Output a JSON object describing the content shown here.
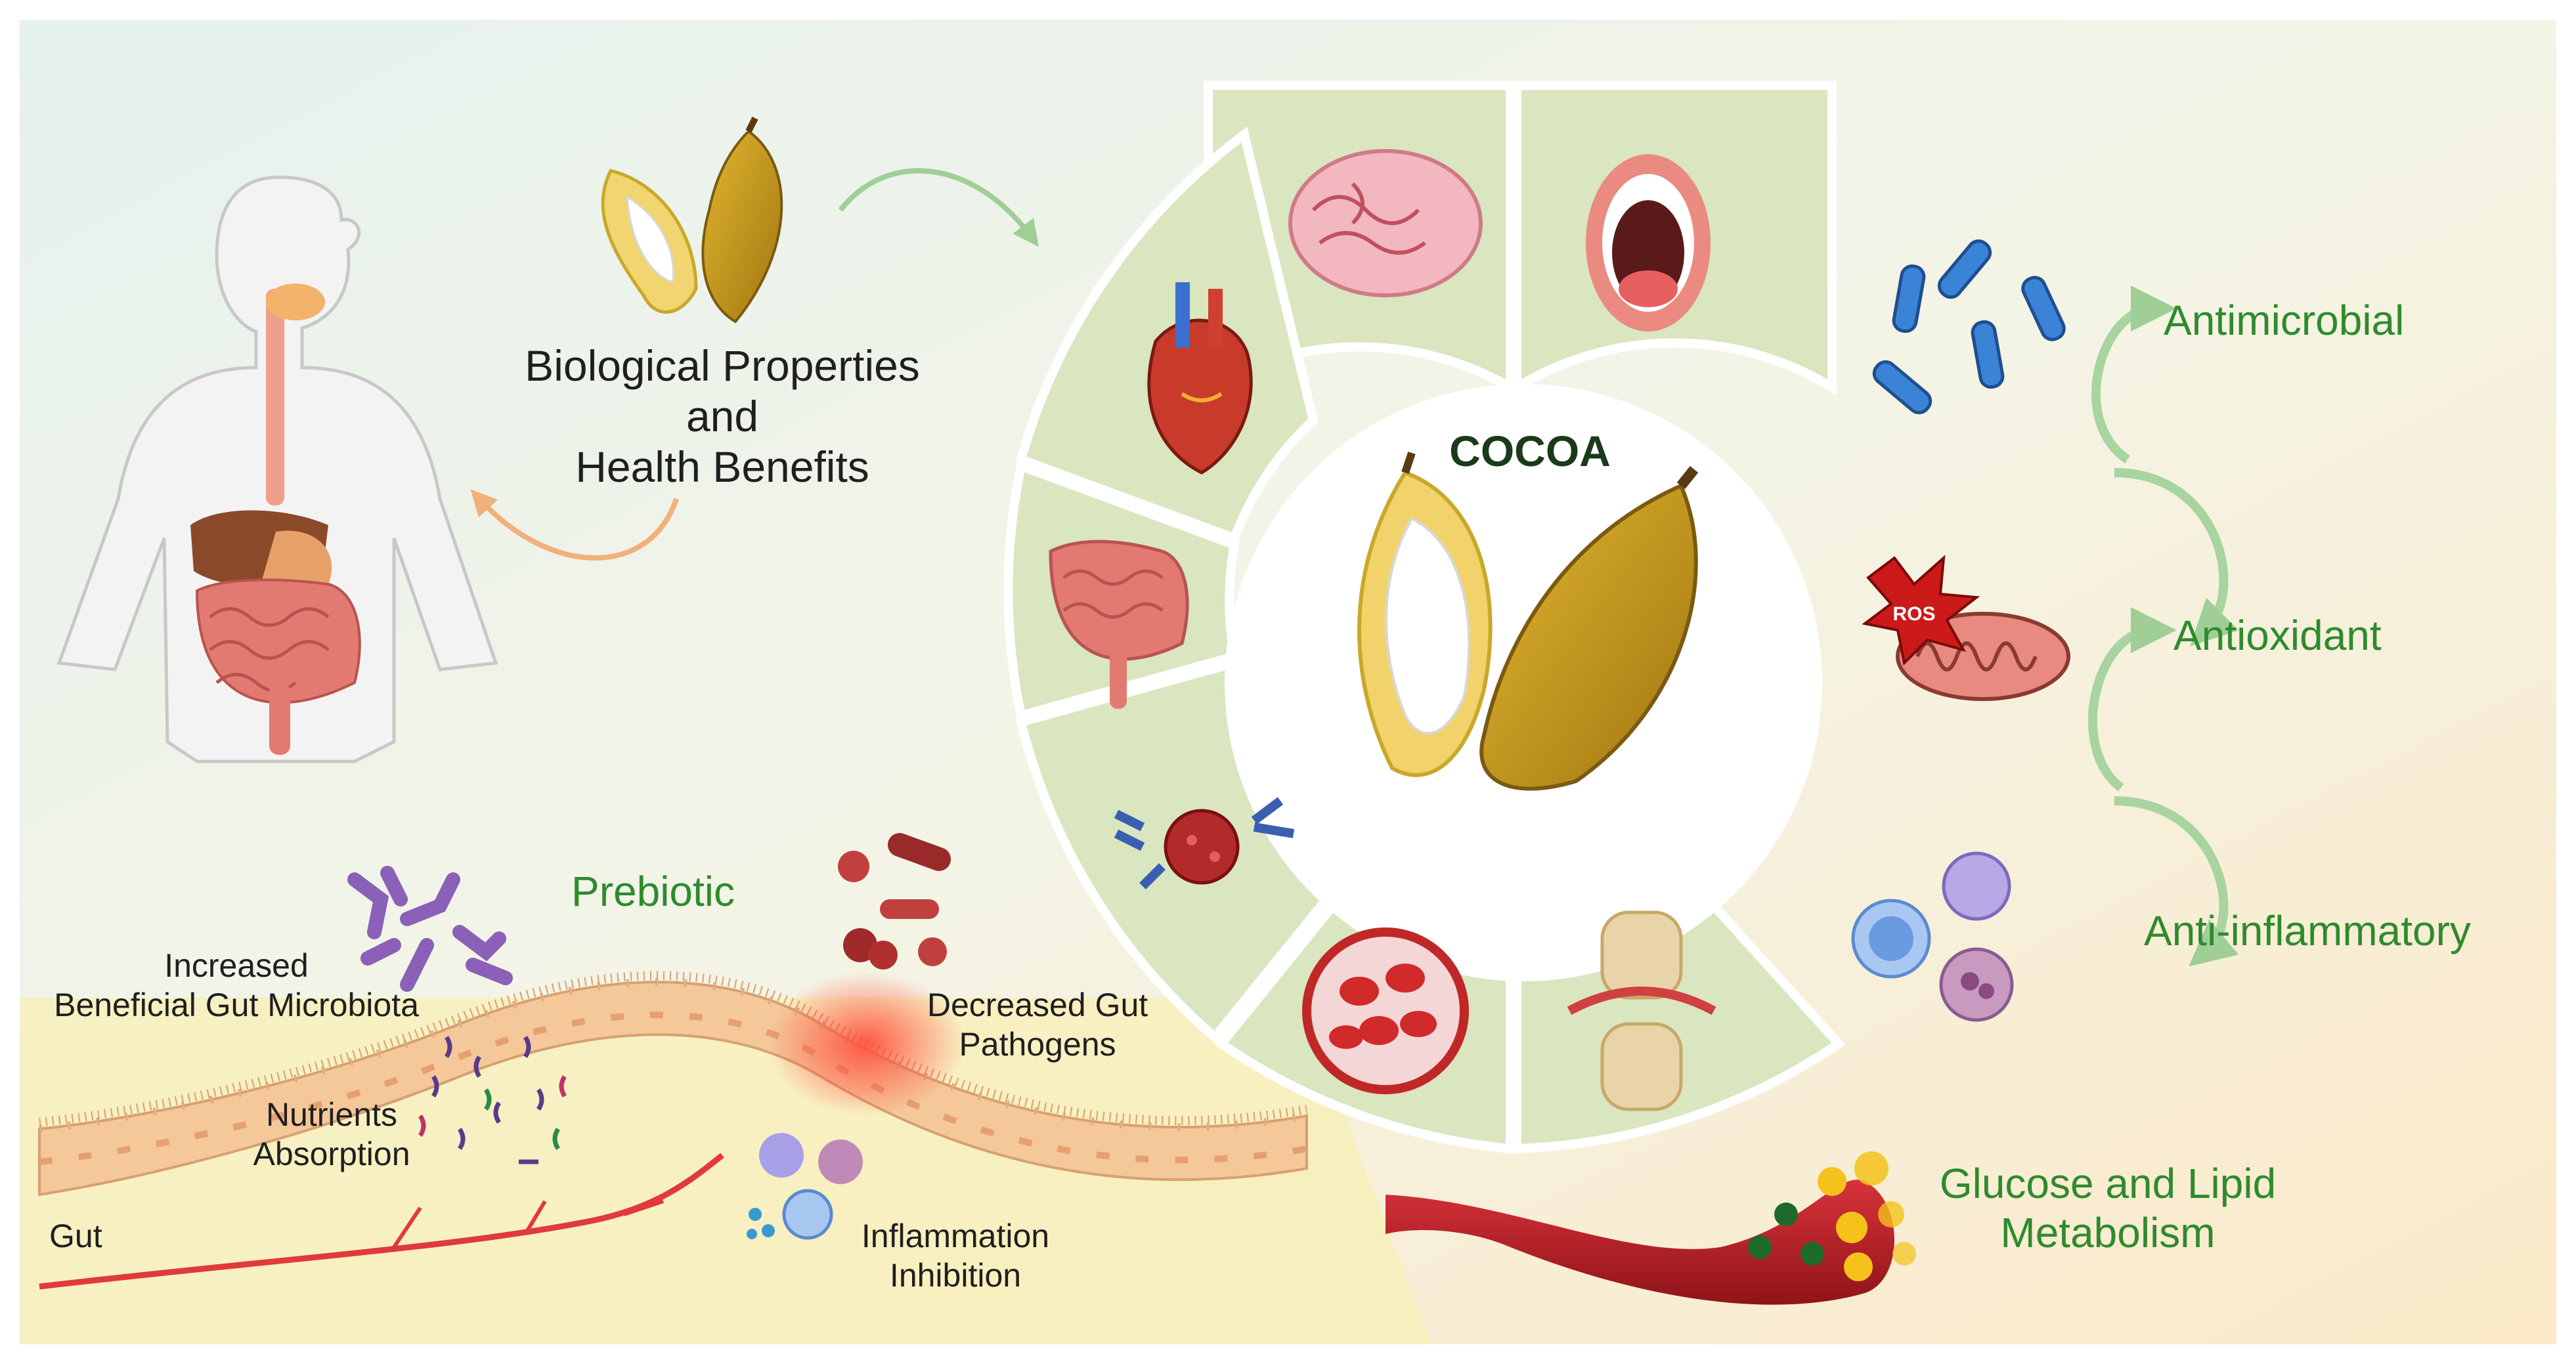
{
  "center": {
    "title": "COCOA"
  },
  "intro": {
    "line1": "Biological Properties",
    "line2": "and",
    "line3": "Health Benefits"
  },
  "effects": {
    "antimicrobial": "Antimicrobial",
    "antioxidant": "Antioxidant",
    "ros_tag": "ROS",
    "anti_inflammatory": "Anti-inflammatory",
    "glucose_line1": "Glucose and Lipid",
    "glucose_line2": "Metabolism"
  },
  "gut": {
    "prebiotic": "Prebiotic",
    "increased_line1": "Increased",
    "increased_line2": "Beneficial Gut Microbiota",
    "decreased_line1": "Decreased Gut",
    "decreased_line2": "Pathogens",
    "nutrients_line1": "Nutrients",
    "nutrients_line2": "Absorption",
    "inflammation_line1": "Inflammation",
    "inflammation_line2": "Inhibition",
    "gut_label": "Gut"
  },
  "colors": {
    "wheel": "#d9e6c0",
    "label_green": "#2e8b2e",
    "arrow_green": "#a8d4a0",
    "arrow_orange": "#f2b07a",
    "cocoa_yellow": "#c99a1c"
  }
}
